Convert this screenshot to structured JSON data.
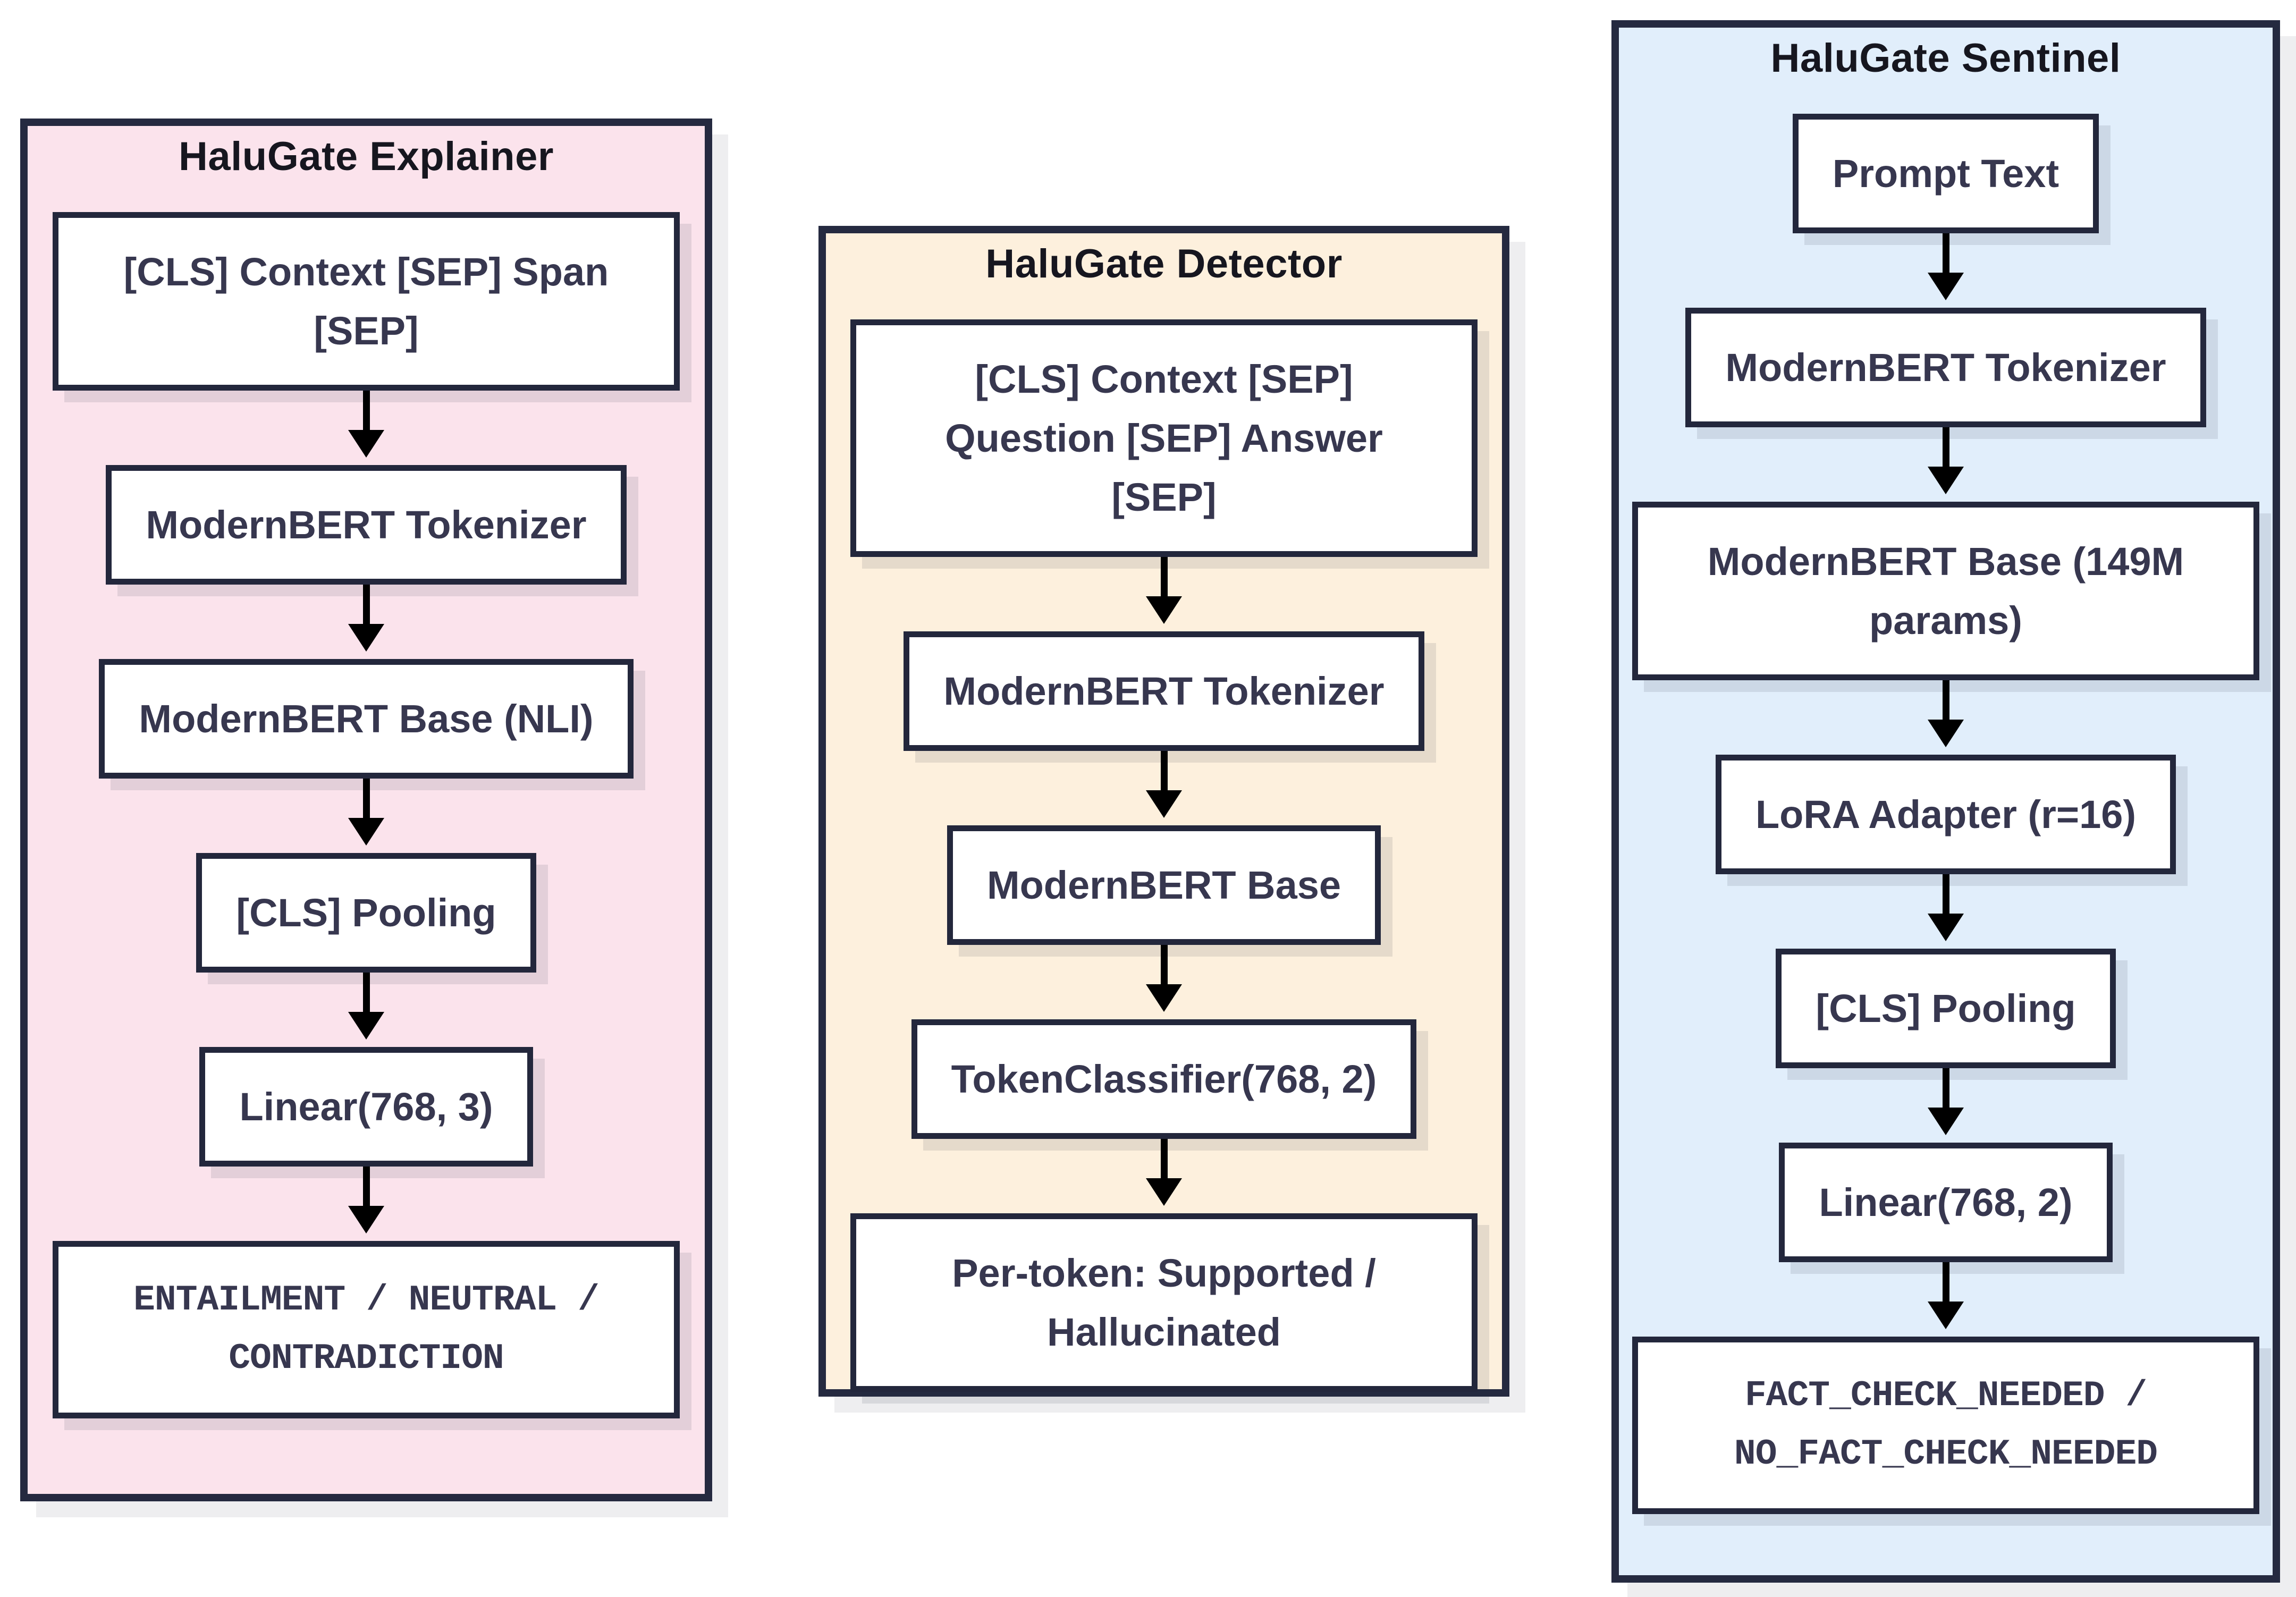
{
  "colors": {
    "background": "#ffffff",
    "panel_border": "#252a40",
    "node_border": "#23273c",
    "node_text": "#37374f",
    "title_text": "#16161f",
    "arrow": "#000000",
    "explainer_bg": "#fbe3ec",
    "detector_bg": "#fdf0dd",
    "sentinel_bg": "#e1eefb"
  },
  "panels": [
    {
      "title": "HaluGate Explainer",
      "nodes": [
        {
          "label": "[CLS] Context [SEP] Span\n[SEP]"
        },
        {
          "label": "ModernBERT Tokenizer"
        },
        {
          "label": "ModernBERT Base (NLI)"
        },
        {
          "label": "[CLS] Pooling"
        },
        {
          "label": "Linear(768, 3)"
        },
        {
          "label": "ENTAILMENT / NEUTRAL /\nCONTRADICTION"
        }
      ]
    },
    {
      "title": "HaluGate Detector",
      "nodes": [
        {
          "label": "[CLS] Context [SEP]\nQuestion [SEP] Answer [SEP]"
        },
        {
          "label": "ModernBERT Tokenizer"
        },
        {
          "label": "ModernBERT Base"
        },
        {
          "label": "TokenClassifier(768, 2)"
        },
        {
          "label": "Per-token: Supported /\nHallucinated"
        }
      ]
    },
    {
      "title": "HaluGate Sentinel",
      "nodes": [
        {
          "label": "Prompt Text"
        },
        {
          "label": "ModernBERT Tokenizer"
        },
        {
          "label": "ModernBERT Base (149M\nparams)"
        },
        {
          "label": "LoRA Adapter (r=16)"
        },
        {
          "label": "[CLS] Pooling"
        },
        {
          "label": "Linear(768, 2)"
        },
        {
          "label": "FACT_CHECK_NEEDED /\nNO_FACT_CHECK_NEEDED"
        }
      ]
    }
  ]
}
